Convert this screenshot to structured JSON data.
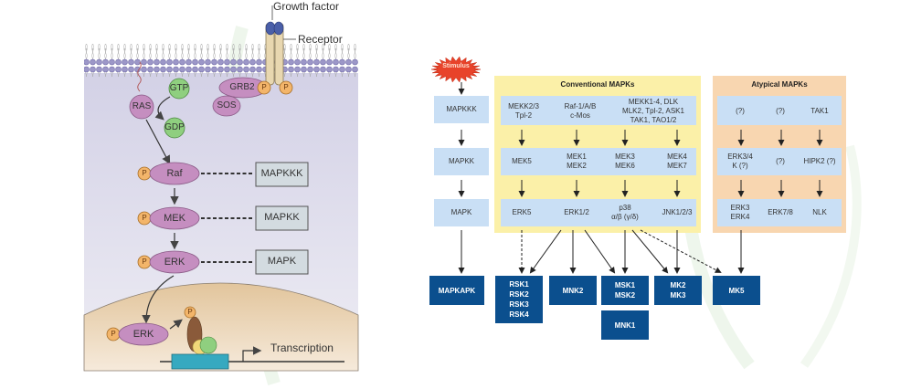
{
  "left_diagram": {
    "labels": {
      "growth_factor": "Growth factor",
      "receptor": "Receptor",
      "transcription": "Transcription"
    },
    "proteins": {
      "ras": "RAS",
      "gtp": "GTP",
      "gdp": "GDP",
      "grb2": "GRB2",
      "sos": "SOS",
      "raf": "Raf",
      "mek": "MEK",
      "erk": "ERK",
      "erk_nuclear": "ERK",
      "phospho": "P"
    },
    "tiers": [
      "MAPKKK",
      "MAPKK",
      "MAPK"
    ],
    "colors": {
      "cytoplasm": "#d9d8ea",
      "nucleus": "#e8cfa8",
      "protein": "#c58ec0",
      "gtp": "#8fcf7f",
      "phospho": "#f3b56a",
      "tier_box": "#d3dbe0",
      "receptor": "#e8d7b0",
      "growth_factor": "#4a5fa8",
      "dna_box": "#36a9c0"
    }
  },
  "right_diagram": {
    "stimulus": "Stimulus",
    "tiers": [
      "MAPKKK",
      "MAPKK",
      "MAPK"
    ],
    "downstream": "MAPKAPK",
    "conventional": {
      "title": "Conventional MAPKs",
      "mapkkk": [
        "MEKK2/3\nTpl-2",
        "Raf-1/A/B\nc-Mos",
        "MEKK1-4, DLK\nMLK2, Tpl-2, ASK1\nTAK1, TAO1/2"
      ],
      "mapkk": [
        "MEK5",
        "MEK1\nMEK2",
        "MEK3\nMEK6",
        "MEK4\nMEK7"
      ],
      "mapk": [
        "ERK5",
        "ERK1/2",
        "p38\nα/β (γ/δ)",
        "JNK1/2/3"
      ]
    },
    "atypical": {
      "title": "Atypical MAPKs",
      "mapkkk": [
        "(?)",
        "(?)",
        "TAK1"
      ],
      "mapkk": [
        "ERK3/4\nK (?)",
        "(?)",
        "HIPK2 (?)"
      ],
      "mapk": [
        "ERK3\nERK4",
        "ERK7/8",
        "NLK"
      ]
    },
    "substrates": [
      "RSK1\nRSK2\nRSK3\nRSK4",
      "MNK2",
      "MSK1\nMSK2",
      "MNK1",
      "MK2\nMK3",
      "MK5"
    ],
    "colors": {
      "stimulus": "#e8432a",
      "conventional_bg": "#fbf0a8",
      "atypical_bg": "#f8d6b0",
      "light_box": "#c9dff5",
      "dark_box": "#0b4f8e"
    }
  }
}
